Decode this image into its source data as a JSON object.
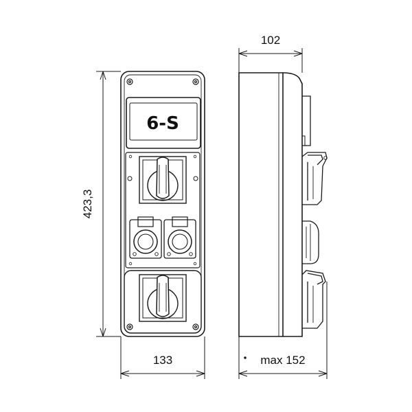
{
  "drawing": {
    "label": "6-S",
    "dimensions": {
      "height": "423,3",
      "front_width": "133",
      "side_depth": "102",
      "side_max_depth": "max 152"
    }
  }
}
